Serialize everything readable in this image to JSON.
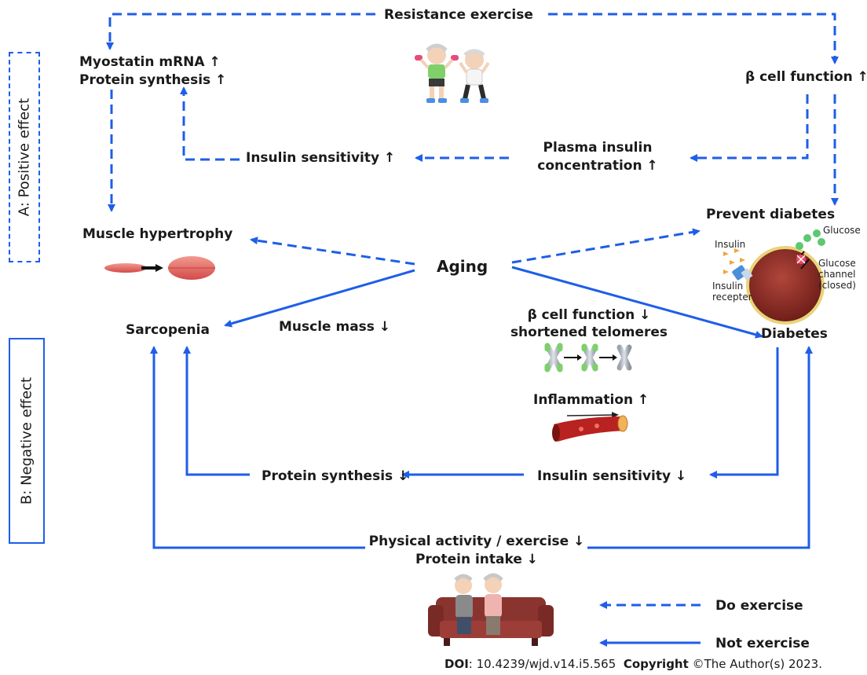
{
  "labels": {
    "resistance_exercise": "Resistance exercise",
    "myostatin_1": "Myostatin mRNA ↑",
    "myostatin_2": "Protein synthesis ↑",
    "beta_up": "β cell function ↑",
    "insulin_sens_up": "Insulin sensitivity ↑",
    "plasma_1": "Plasma insulin",
    "plasma_2": "concentration ↑",
    "prevent_diabetes": "Prevent diabetes",
    "muscle_hypertrophy": "Muscle hypertrophy",
    "aging": "Aging",
    "sarcopenia": "Sarcopenia",
    "muscle_mass": "Muscle mass ↓",
    "beta_down_1": "β cell function ↓",
    "beta_down_2": "shortened telomeres",
    "diabetes": "Diabetes",
    "inflammation": "Inflammation ↑",
    "protein_synth_down": "Protein synthesis ↓",
    "insulin_sens_down": "Insulin sensitivity ↓",
    "physical_1": "Physical activity / exercise ↓",
    "physical_2": "Protein intake ↓",
    "do_exercise": "Do exercise",
    "not_exercise": "Not exercise"
  },
  "cell_labels": {
    "insulin": "Insulin",
    "glucose": "Glucose",
    "channel_1": "Glucose",
    "channel_2": "channel",
    "channel_3": "(closed)",
    "receptor_1": "Insulin",
    "receptor_2": "recepter"
  },
  "side_labels": {
    "positive": "A: Positive effect",
    "negative": "B: Negative effect"
  },
  "footer": {
    "doi_label": "DOI",
    "doi_value": ": 10.4239/wjd.v14.i5.565",
    "copyright_label": "Copyright",
    "copyright_value": " ©The Author(s) 2023."
  },
  "colors": {
    "arrow_blue": "#1e5ee8",
    "cell_dark": "#8a2a22",
    "cell_ring": "#e8d47a",
    "muscle": "#e2605e",
    "sofa": "#8a3430"
  }
}
